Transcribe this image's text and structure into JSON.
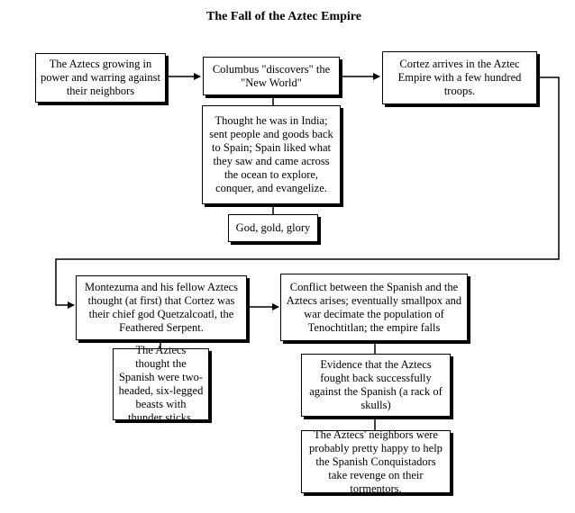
{
  "title": "The Fall of the Aztec Empire",
  "nodes": {
    "aztecs_growing": "The Aztecs growing in power and warring against their neighbors",
    "columbus": "Columbus \"discovers\" the \"New World\"",
    "cortez_arrives": "Cortez arrives in the Aztec Empire with a few hundred troops.",
    "thought_india": "Thought he was in India; sent people and goods back to Spain; Spain liked what they saw and came across the ocean to explore, conquer, and evangelize.",
    "god_gold_glory": "God, gold, glory",
    "montezuma": "Montezuma and his fellow Aztecs thought (at first) that Cortez was their chief god Quetzalcoatl, the Feathered Serpent.",
    "conflict": "Conflict between the Spanish and the Aztecs arises; eventually smallpox and war decimate the population of Tenochtitlan; the empire falls",
    "two_headed": "The Aztecs thought the Spanish were two-headed, six-legged beasts with thunder sticks.",
    "evidence": "Evidence that the Aztecs fought back successfully against the Spanish (a rack of skulls)",
    "neighbors_happy": "The Aztecs' neighbors were probably pretty happy to help the Spanish Conquistadors take revenge on their tormentors."
  }
}
